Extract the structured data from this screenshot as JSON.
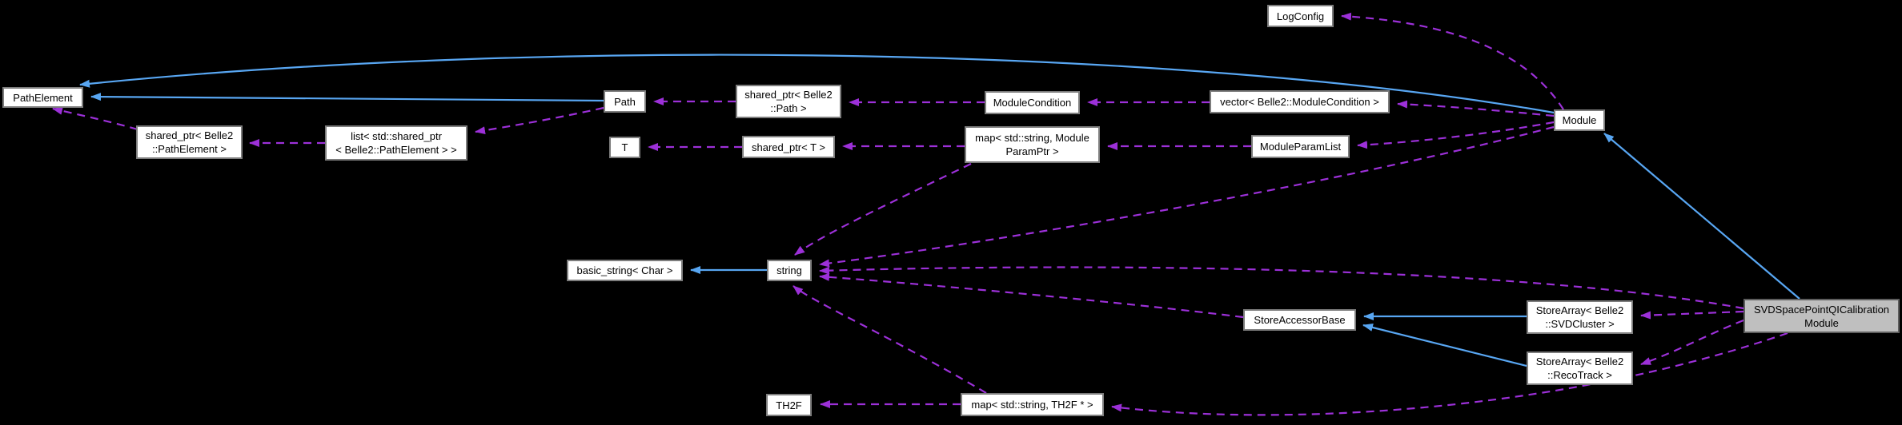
{
  "diagram": {
    "kind": "doxygen-collaboration-graph",
    "focus_class": "SVDSpacePointQICalibrationModule"
  },
  "colors": {
    "inherit-blue": "#58a6f2",
    "usage-purple": "#9c30d8",
    "node-bg": "#ffffff",
    "node-border": "#7d7d7d",
    "main-bg": "#bfbfbf",
    "main-border": "#5e5e5e",
    "text": "#000000",
    "canvas-bg": "#000000"
  },
  "nodes": {
    "path_element": {
      "label": "PathElement"
    },
    "sptr_path_element": {
      "line1": "shared_ptr< Belle2",
      "line2": "::PathElement >"
    },
    "list_sptr_path_element": {
      "line1": "list< std::shared_ptr",
      "line2": "< Belle2::PathElement > >"
    },
    "path": {
      "label": "Path"
    },
    "t": {
      "label": "T"
    },
    "sptr_belle2_path": {
      "line1": "shared_ptr< Belle2",
      "line2": "::Path >"
    },
    "sptr_t": {
      "label": "shared_ptr< T >"
    },
    "module_condition": {
      "label": "ModuleCondition"
    },
    "map_module_param": {
      "line1": "map< std::string, Module",
      "line2": "ParamPtr >"
    },
    "vector_module_condition": {
      "label": "vector< Belle2::ModuleCondition >"
    },
    "module_param_list": {
      "label": "ModuleParamList"
    },
    "log_config": {
      "label": "LogConfig"
    },
    "module": {
      "label": "Module"
    },
    "basic_string_char": {
      "label": "basic_string< Char >"
    },
    "string": {
      "label": "string"
    },
    "store_accessor_base": {
      "label": "StoreAccessorBase"
    },
    "store_array_svd": {
      "line1": "StoreArray< Belle2",
      "line2": "::SVDCluster >"
    },
    "store_array_reco": {
      "line1": "StoreArray< Belle2",
      "line2": "::RecoTrack >"
    },
    "th2f": {
      "label": "TH2F"
    },
    "map_th2f": {
      "label": "map< std::string, TH2F * >"
    },
    "main": {
      "line1": "SVDSpacePointQICalibration",
      "line2": "Module"
    }
  },
  "edges": {
    "inheritance": [
      {
        "from": "Path",
        "to": "PathElement"
      },
      {
        "from": "Module",
        "to": "PathElement"
      },
      {
        "from": "string",
        "to": "basic_string< Char >"
      },
      {
        "from": "StoreArray< Belle2::SVDCluster >",
        "to": "StoreAccessorBase"
      },
      {
        "from": "StoreArray< Belle2::RecoTrack >",
        "to": "StoreAccessorBase"
      },
      {
        "from": "SVDSpacePointQICalibrationModule",
        "to": "Module"
      }
    ],
    "usage": [
      {
        "from": "shared_ptr< Belle2::PathElement >",
        "to": "PathElement"
      },
      {
        "from": "list< std::shared_ptr< Belle2::PathElement > >",
        "to": "shared_ptr< Belle2::PathElement >"
      },
      {
        "from": "Path",
        "to": "list< std::shared_ptr< Belle2::PathElement > >"
      },
      {
        "from": "shared_ptr< Belle2::Path >",
        "to": "Path"
      },
      {
        "from": "ModuleCondition",
        "to": "shared_ptr< Belle2::Path >"
      },
      {
        "from": "vector< Belle2::ModuleCondition >",
        "to": "ModuleCondition"
      },
      {
        "from": "Module",
        "to": "vector< Belle2::ModuleCondition >"
      },
      {
        "from": "Module",
        "to": "LogConfig"
      },
      {
        "from": "shared_ptr< T >",
        "to": "T"
      },
      {
        "from": "map< std::string, ModuleParamPtr >",
        "to": "shared_ptr< T >"
      },
      {
        "from": "ModuleParamList",
        "to": "map< std::string, ModuleParamPtr >"
      },
      {
        "from": "Module",
        "to": "ModuleParamList"
      },
      {
        "from": "map< std::string, ModuleParamPtr >",
        "to": "string"
      },
      {
        "from": "Module",
        "to": "string"
      },
      {
        "from": "SVDSpacePointQICalibrationModule",
        "to": "string"
      },
      {
        "from": "StoreAccessorBase",
        "to": "string"
      },
      {
        "from": "map< std::string, TH2F * >",
        "to": "string"
      },
      {
        "from": "map< std::string, TH2F * >",
        "to": "TH2F"
      },
      {
        "from": "SVDSpacePointQICalibrationModule",
        "to": "map< std::string, TH2F * >"
      },
      {
        "from": "SVDSpacePointQICalibrationModule",
        "to": "StoreArray< Belle2::SVDCluster >"
      },
      {
        "from": "SVDSpacePointQICalibrationModule",
        "to": "StoreArray< Belle2::RecoTrack >"
      }
    ]
  }
}
